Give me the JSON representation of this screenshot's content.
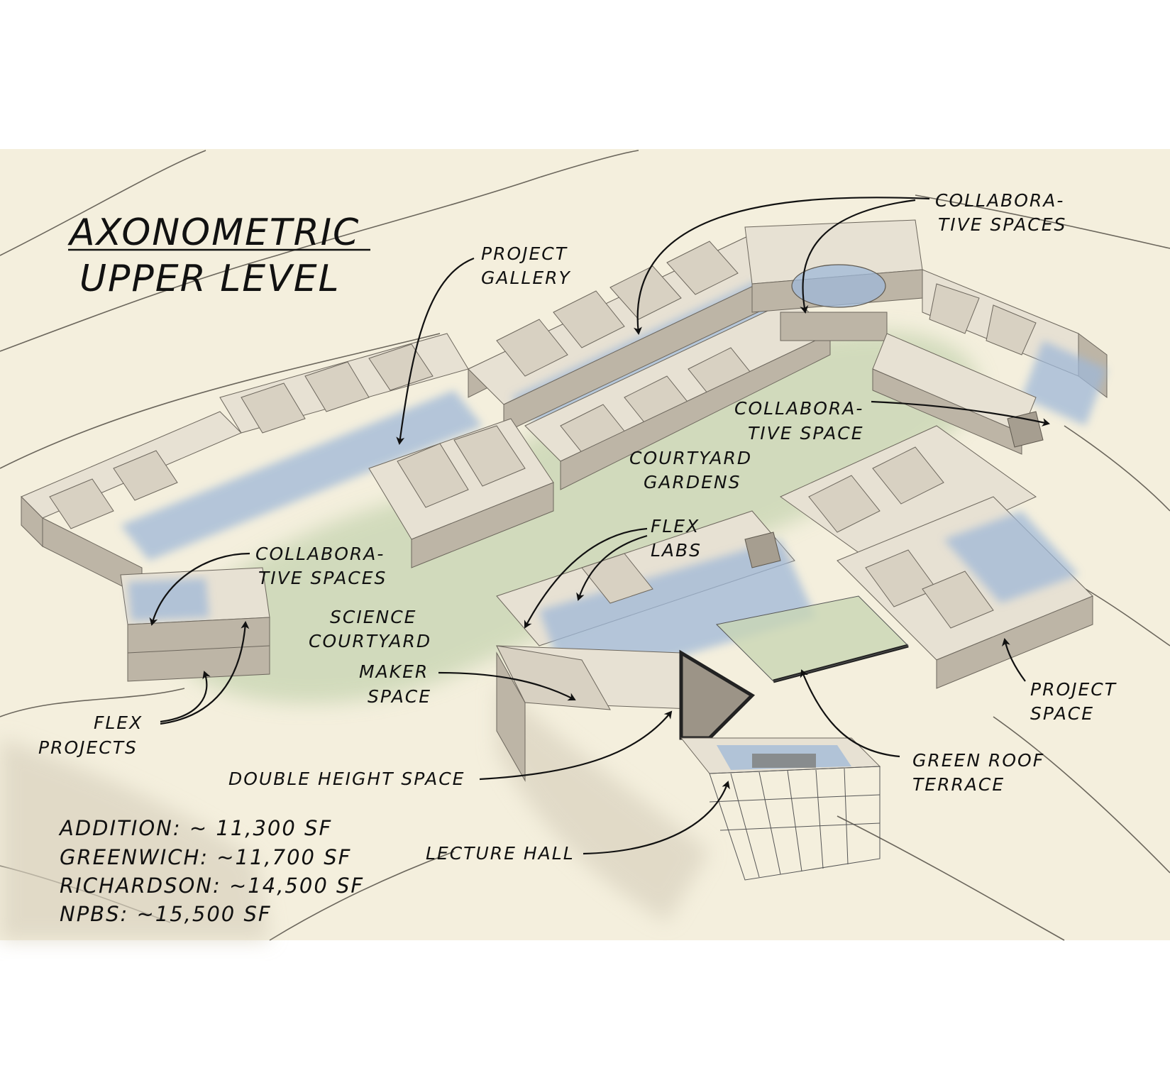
{
  "title": {
    "line1": "AXONOMETRIC",
    "line2": "UPPER LEVEL"
  },
  "labels": {
    "collab_spaces_top": [
      "COLLABORA-",
      "TIVE SPACES"
    ],
    "project_gallery": [
      "PROJECT",
      "GALLERY"
    ],
    "collab_space_right": [
      "COLLABORA-",
      "TIVE SPACE"
    ],
    "courtyard_gardens": [
      "COURTYARD",
      "GARDENS"
    ],
    "flex_labs": [
      "FLEX",
      "LABS"
    ],
    "collab_spaces_left": [
      "COLLABORA-",
      "TIVE SPACES"
    ],
    "science_courtyard": [
      "SCIENCE",
      "COURTYARD"
    ],
    "maker_space": [
      "MAKER",
      "SPACE"
    ],
    "flex_projects": [
      "FLEX",
      "PROJECTS"
    ],
    "project_space": [
      "PROJECT",
      "SPACE"
    ],
    "green_roof_terrace": [
      "GREEN ROOF",
      "TERRACE"
    ],
    "double_height_space": "DOUBLE HEIGHT SPACE",
    "lecture_hall": "LECTURE HALL"
  },
  "areas": [
    "ADDITION: ~ 11,300 SF",
    "GREENWICH: ~11,700 SF",
    "RICHARDSON: ~14,500 SF",
    "NPBS: ~15,500 SF"
  ],
  "colors": {
    "paper": "#f4efdd",
    "background": "#ffffff",
    "ink": "#111111",
    "building": "#bdb5a6",
    "water_blue": "#9fb8d8",
    "garden_green": "#c9d6b4"
  }
}
